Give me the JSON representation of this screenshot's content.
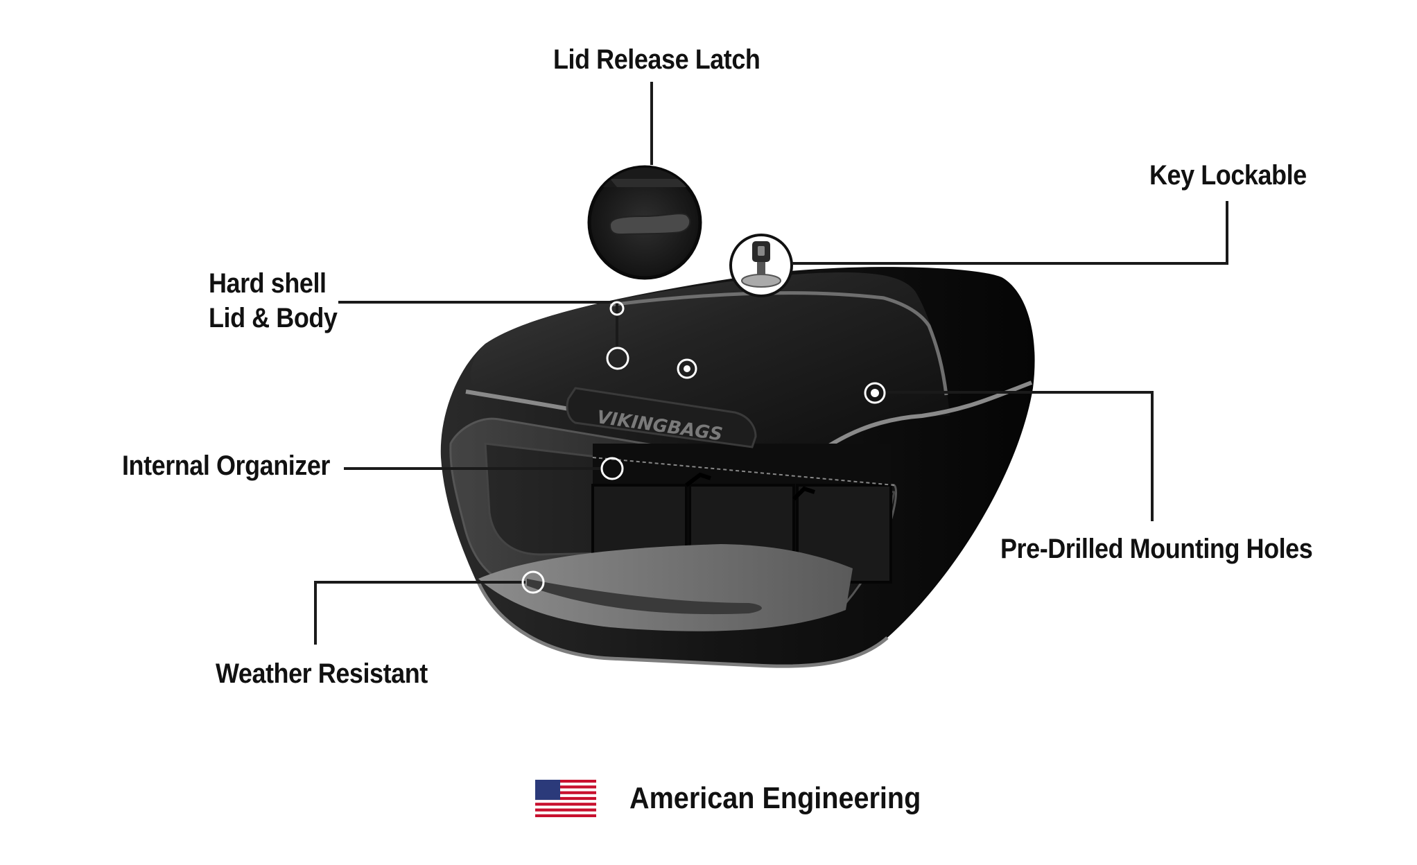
{
  "callouts": {
    "lid_release_latch": "Lid Release Latch",
    "key_lockable": "Key Lockable",
    "hard_shell_line1": "Hard shell",
    "hard_shell_line2": "Lid & Body",
    "internal_organizer": "Internal Organizer",
    "pre_drilled_mounting_holes": "Pre-Drilled Mounting Holes",
    "weather_resistant": "Weather Resistant"
  },
  "brand": {
    "emboss_text": "VIKINGBAGS"
  },
  "footer": {
    "label": "American Engineering",
    "flag_icon": "us-flag-icon"
  },
  "colors": {
    "text": "#111111",
    "line": "#1a1a1a",
    "bag_body": "#101010",
    "bag_trim": "#8a8a8a",
    "flag_red": "#c8102e",
    "flag_blue": "#2b3a7a"
  }
}
